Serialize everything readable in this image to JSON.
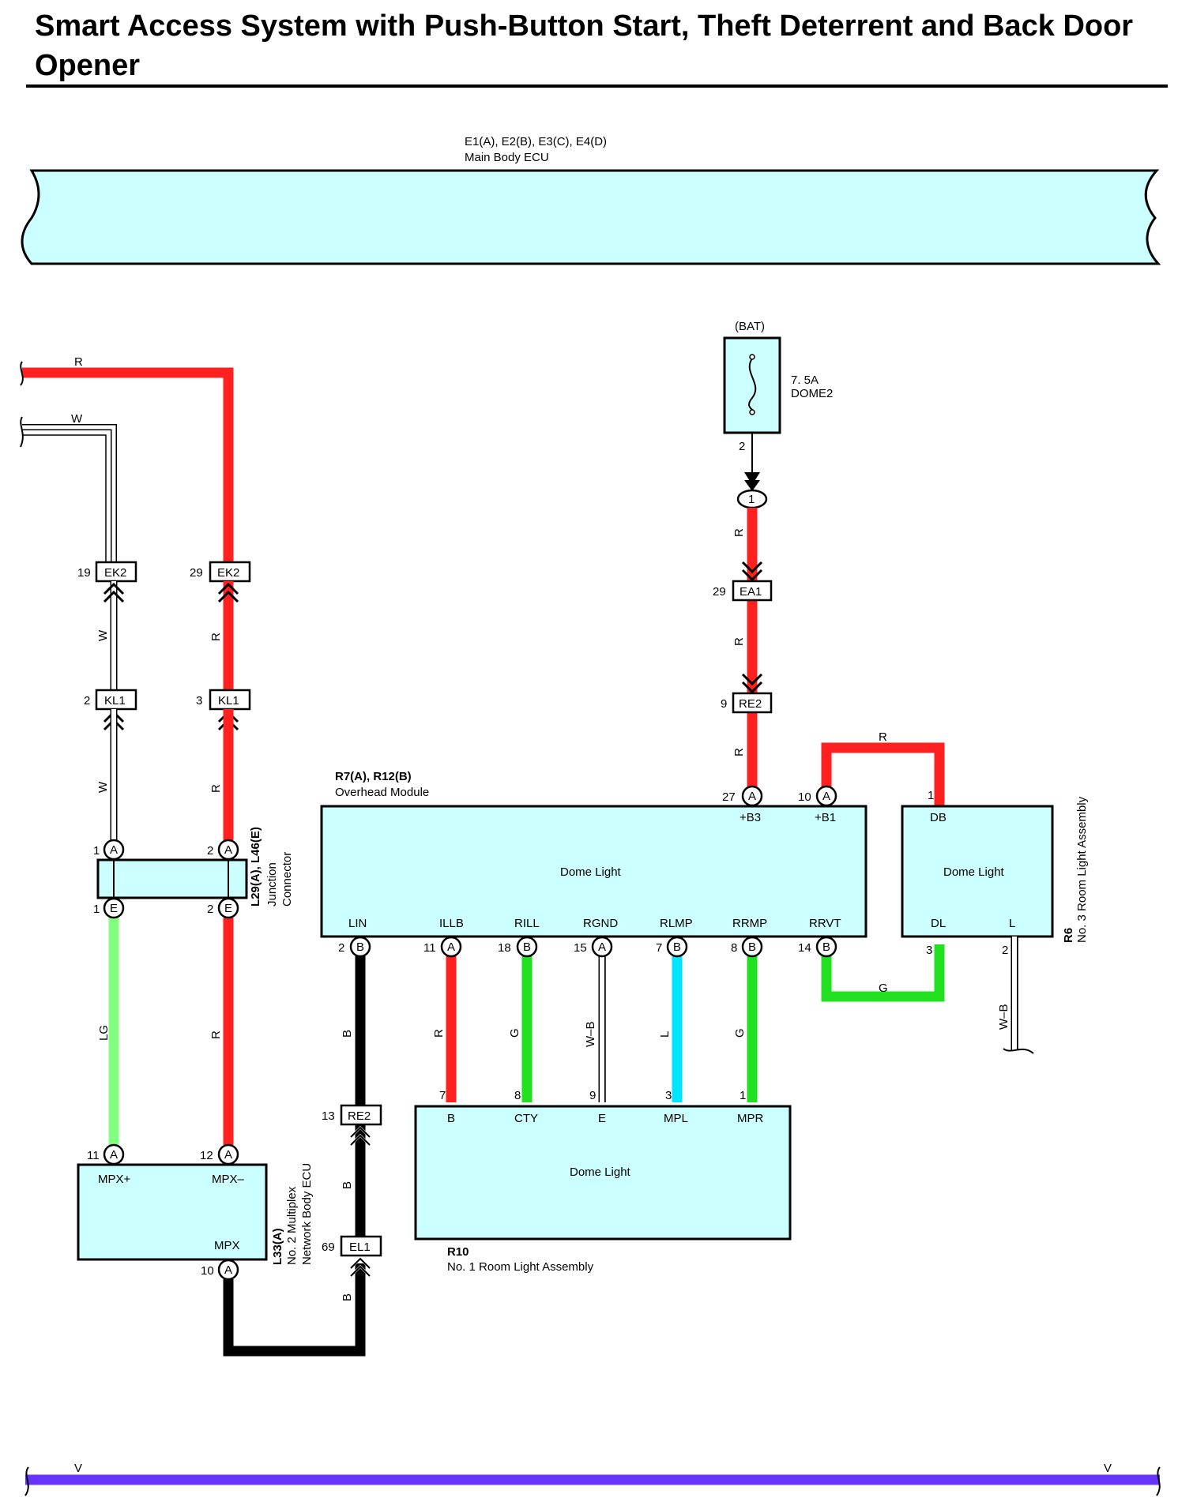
{
  "title": "Smart Access System with Push-Button Start, Theft Deterrent and Back Door Opener",
  "components": {
    "ecu": {
      "id": "E1(A), E2(B), E3(C), E4(D)",
      "name": "Main Body ECU"
    },
    "fuse": {
      "source": "(BAT)",
      "rating": "7. 5A",
      "name": "DOME2",
      "pin": "2"
    },
    "junction": {
      "id": "L29(A), L46(E)",
      "name1": "Junction",
      "name2": "Connector"
    },
    "overhead": {
      "id": "R7(A), R12(B)",
      "name": "Overhead Module",
      "inner": "Dome Light",
      "pins_top": [
        "+B3",
        "+B1"
      ],
      "pins_bottom": [
        "LIN",
        "ILLB",
        "RILL",
        "RGND",
        "RLMP",
        "RRMP",
        "RRVT"
      ]
    },
    "room3": {
      "id": "R6",
      "name": "No. 3 Room Light Assembly",
      "inner": "Dome Light",
      "pins": [
        "DB",
        "DL",
        "L"
      ]
    },
    "room1": {
      "id": "R10",
      "name": "No. 1 Room Light Assembly",
      "inner": "Dome Light",
      "pins": [
        "B",
        "CTY",
        "E",
        "MPL",
        "MPR"
      ]
    },
    "mpx": {
      "id": "L33(A)",
      "name1": "No. 2 Multiplex",
      "name2": "Network Body ECU",
      "pins": [
        "MPX+",
        "MPX–",
        "MPX"
      ]
    }
  },
  "connectors": {
    "ek2": "EK2",
    "kl1": "KL1",
    "ea1": "EA1",
    "re2": "RE2",
    "el1": "EL1",
    "junction_node": "1"
  },
  "pin_numbers": {
    "ek2_w": "19",
    "ek2_r": "29",
    "kl1_w": "2",
    "kl1_r": "3",
    "jc_a1": "1",
    "jc_a2": "2",
    "jc_e1": "1",
    "jc_e2": "2",
    "ea1": "29",
    "re2_top": "9",
    "ovh_b3": "27",
    "ovh_b1": "10",
    "r6_db": "1",
    "ovh_lin": "2",
    "ovh_illb": "11",
    "ovh_rill": "18",
    "ovh_rgnd": "15",
    "ovh_rlmp": "7",
    "ovh_rrmp": "8",
    "ovh_rrvt": "14",
    "r6_dl": "3",
    "r6_l": "2",
    "r10_b": "7",
    "r10_cty": "8",
    "r10_e": "9",
    "r10_mpl": "3",
    "r10_mpr": "1",
    "re2_bot": "13",
    "el1": "69",
    "mpx_p": "11",
    "mpx_m": "12",
    "mpx": "10"
  },
  "pin_letters": {
    "jc_a1": "A",
    "jc_a2": "A",
    "jc_e1": "E",
    "jc_e2": "E",
    "ovh_b3": "A",
    "ovh_b1": "A",
    "ovh_lin": "B",
    "ovh_illb": "A",
    "ovh_rill": "B",
    "ovh_rgnd": "A",
    "ovh_rlmp": "B",
    "ovh_rrmp": "B",
    "ovh_rrvt": "B",
    "mpx_p": "A",
    "mpx_m": "A",
    "mpx": "A"
  },
  "wire_labels": {
    "top_r": "R",
    "top_w": "W",
    "w1": "W",
    "r1": "R",
    "w2": "W",
    "r2": "R",
    "lg": "LG",
    "r3": "R",
    "r_fuse": "R",
    "r_ea1": "R",
    "r_re2": "R",
    "r_b1": "R",
    "b_lin": "B",
    "r_illb": "R",
    "g_rill": "G",
    "wb_rgnd": "W–B",
    "l_rlmp": "L",
    "g_rrmp": "G",
    "g_rrvt": "G",
    "wb_l": "W–B",
    "b_re2": "B",
    "b_el1": "B",
    "v_left": "V",
    "v_right": "V"
  },
  "colors": {
    "red": "#ff2020",
    "black": "#000000",
    "light_green": "#80ff80",
    "green": "#20e020",
    "blue": "#00e5ff",
    "violet": "#6633ff",
    "fill": "#ccffff",
    "white_wire": "#ffffff"
  }
}
